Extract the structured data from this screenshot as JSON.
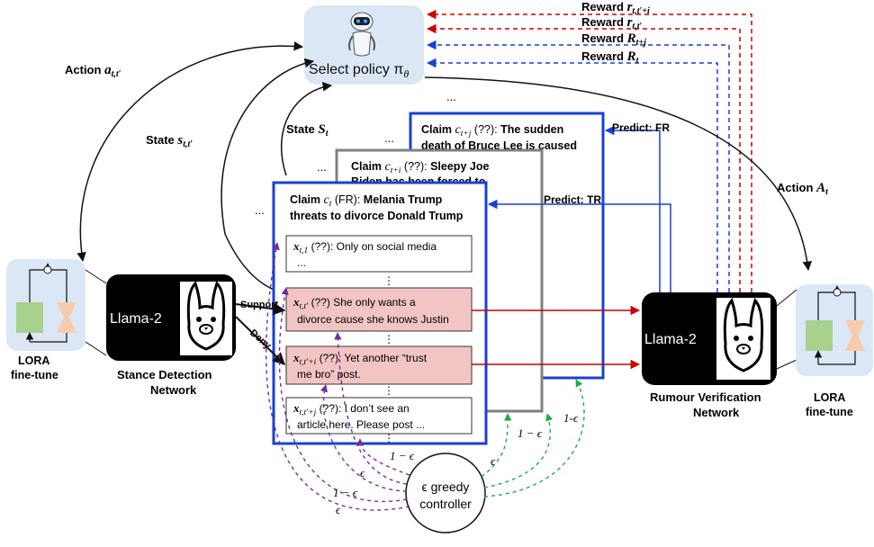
{
  "policy": {
    "label": "Select policy π",
    "subscript": "θ"
  },
  "rewards": [
    {
      "prefix": "Reward ",
      "sym": "r",
      "sub": "t,t′+i",
      "color": "#cc0000"
    },
    {
      "prefix": "Reward ",
      "sym": "r",
      "sub": "t,t′",
      "color": "#cc0000"
    },
    {
      "prefix": "Reward ",
      "sym": "R",
      "sub": "t+j",
      "color": "#1a3fd6"
    },
    {
      "prefix": "Reward ",
      "sym": "R",
      "sub": "t",
      "color": "#1a3fd6"
    }
  ],
  "action_left": {
    "prefix": "Action ",
    "sym": "a",
    "sub": "t,t′"
  },
  "action_right": {
    "prefix": "Action ",
    "sym": "A",
    "sub": "t"
  },
  "state_small": {
    "prefix": "State ",
    "sym": "s",
    "sub": "t,t′"
  },
  "state_big": {
    "prefix": "State ",
    "sym": "S",
    "sub": "t"
  },
  "ellipsis": "...",
  "claims": {
    "front": {
      "prefix": "Claim ",
      "sym": "c",
      "sub": "t",
      "tag": " (FR): ",
      "line1": "Melania Trump",
      "line2": "threats to divorce Donald Trump"
    },
    "middle": {
      "prefix": "Claim ",
      "sym": "c",
      "sub": "t+i",
      "tag": " (??): ",
      "line1": "Sleepy Joe",
      "line2": "Biden has been forced to"
    },
    "back": {
      "prefix": "Claim ",
      "sym": "c",
      "sub": "t+j",
      "tag": " (??): ",
      "line1": "The sudden",
      "line2": "death of Bruce Lee is caused"
    }
  },
  "predictions": {
    "back": "Predict: FR",
    "middle": "Predict: TR"
  },
  "posts": [
    {
      "sym": "x",
      "sub": "t,1",
      "tag": " (??): ",
      "line1": "Only on social media",
      "line2": "...",
      "highlight": false
    },
    {
      "sym": "x",
      "sub": "t,t′",
      "tag": " (??) ",
      "line1": "She only wants a",
      "line2": "divorce cause she knows Justin",
      "highlight": true
    },
    {
      "sym": "x",
      "sub": "t,t′+i",
      "tag": " (??): ",
      "line1": "Yet another “trust",
      "line2": "me bro” post.",
      "highlight": true
    },
    {
      "sym": "x",
      "sub": "t,t′+j",
      "tag": " (??): ",
      "line1": "I don’t see an",
      "line2": "article here. Please post  ...",
      "highlight": false
    }
  ],
  "vdots": "⋮",
  "stance_labels": {
    "support": "Support",
    "deny": "Deny"
  },
  "llama": "Llama-2",
  "stance_network": {
    "line1": "Stance Detection",
    "line2": "Network"
  },
  "rumour_network": {
    "line1": "Rumour Verification",
    "line2": "Network"
  },
  "lora": {
    "line1": "LORA",
    "line2": "fine-tune"
  },
  "controller": {
    "line1": "ϵ greedy",
    "line2": "controller"
  },
  "epsilon_labels": [
    "1 − ϵ",
    "ϵ",
    "1 − ϵ",
    "ϵ",
    "1 − ϵ",
    "ϵ",
    "1-ϵ"
  ],
  "colors": {
    "red": "#cc0000",
    "blue": "#1a3fd6",
    "purple": "#7a2b9a",
    "green": "#1faa4a",
    "gray": "#808080",
    "pink": "#f2c4c4",
    "lora_bg": "#dbe7f5"
  }
}
